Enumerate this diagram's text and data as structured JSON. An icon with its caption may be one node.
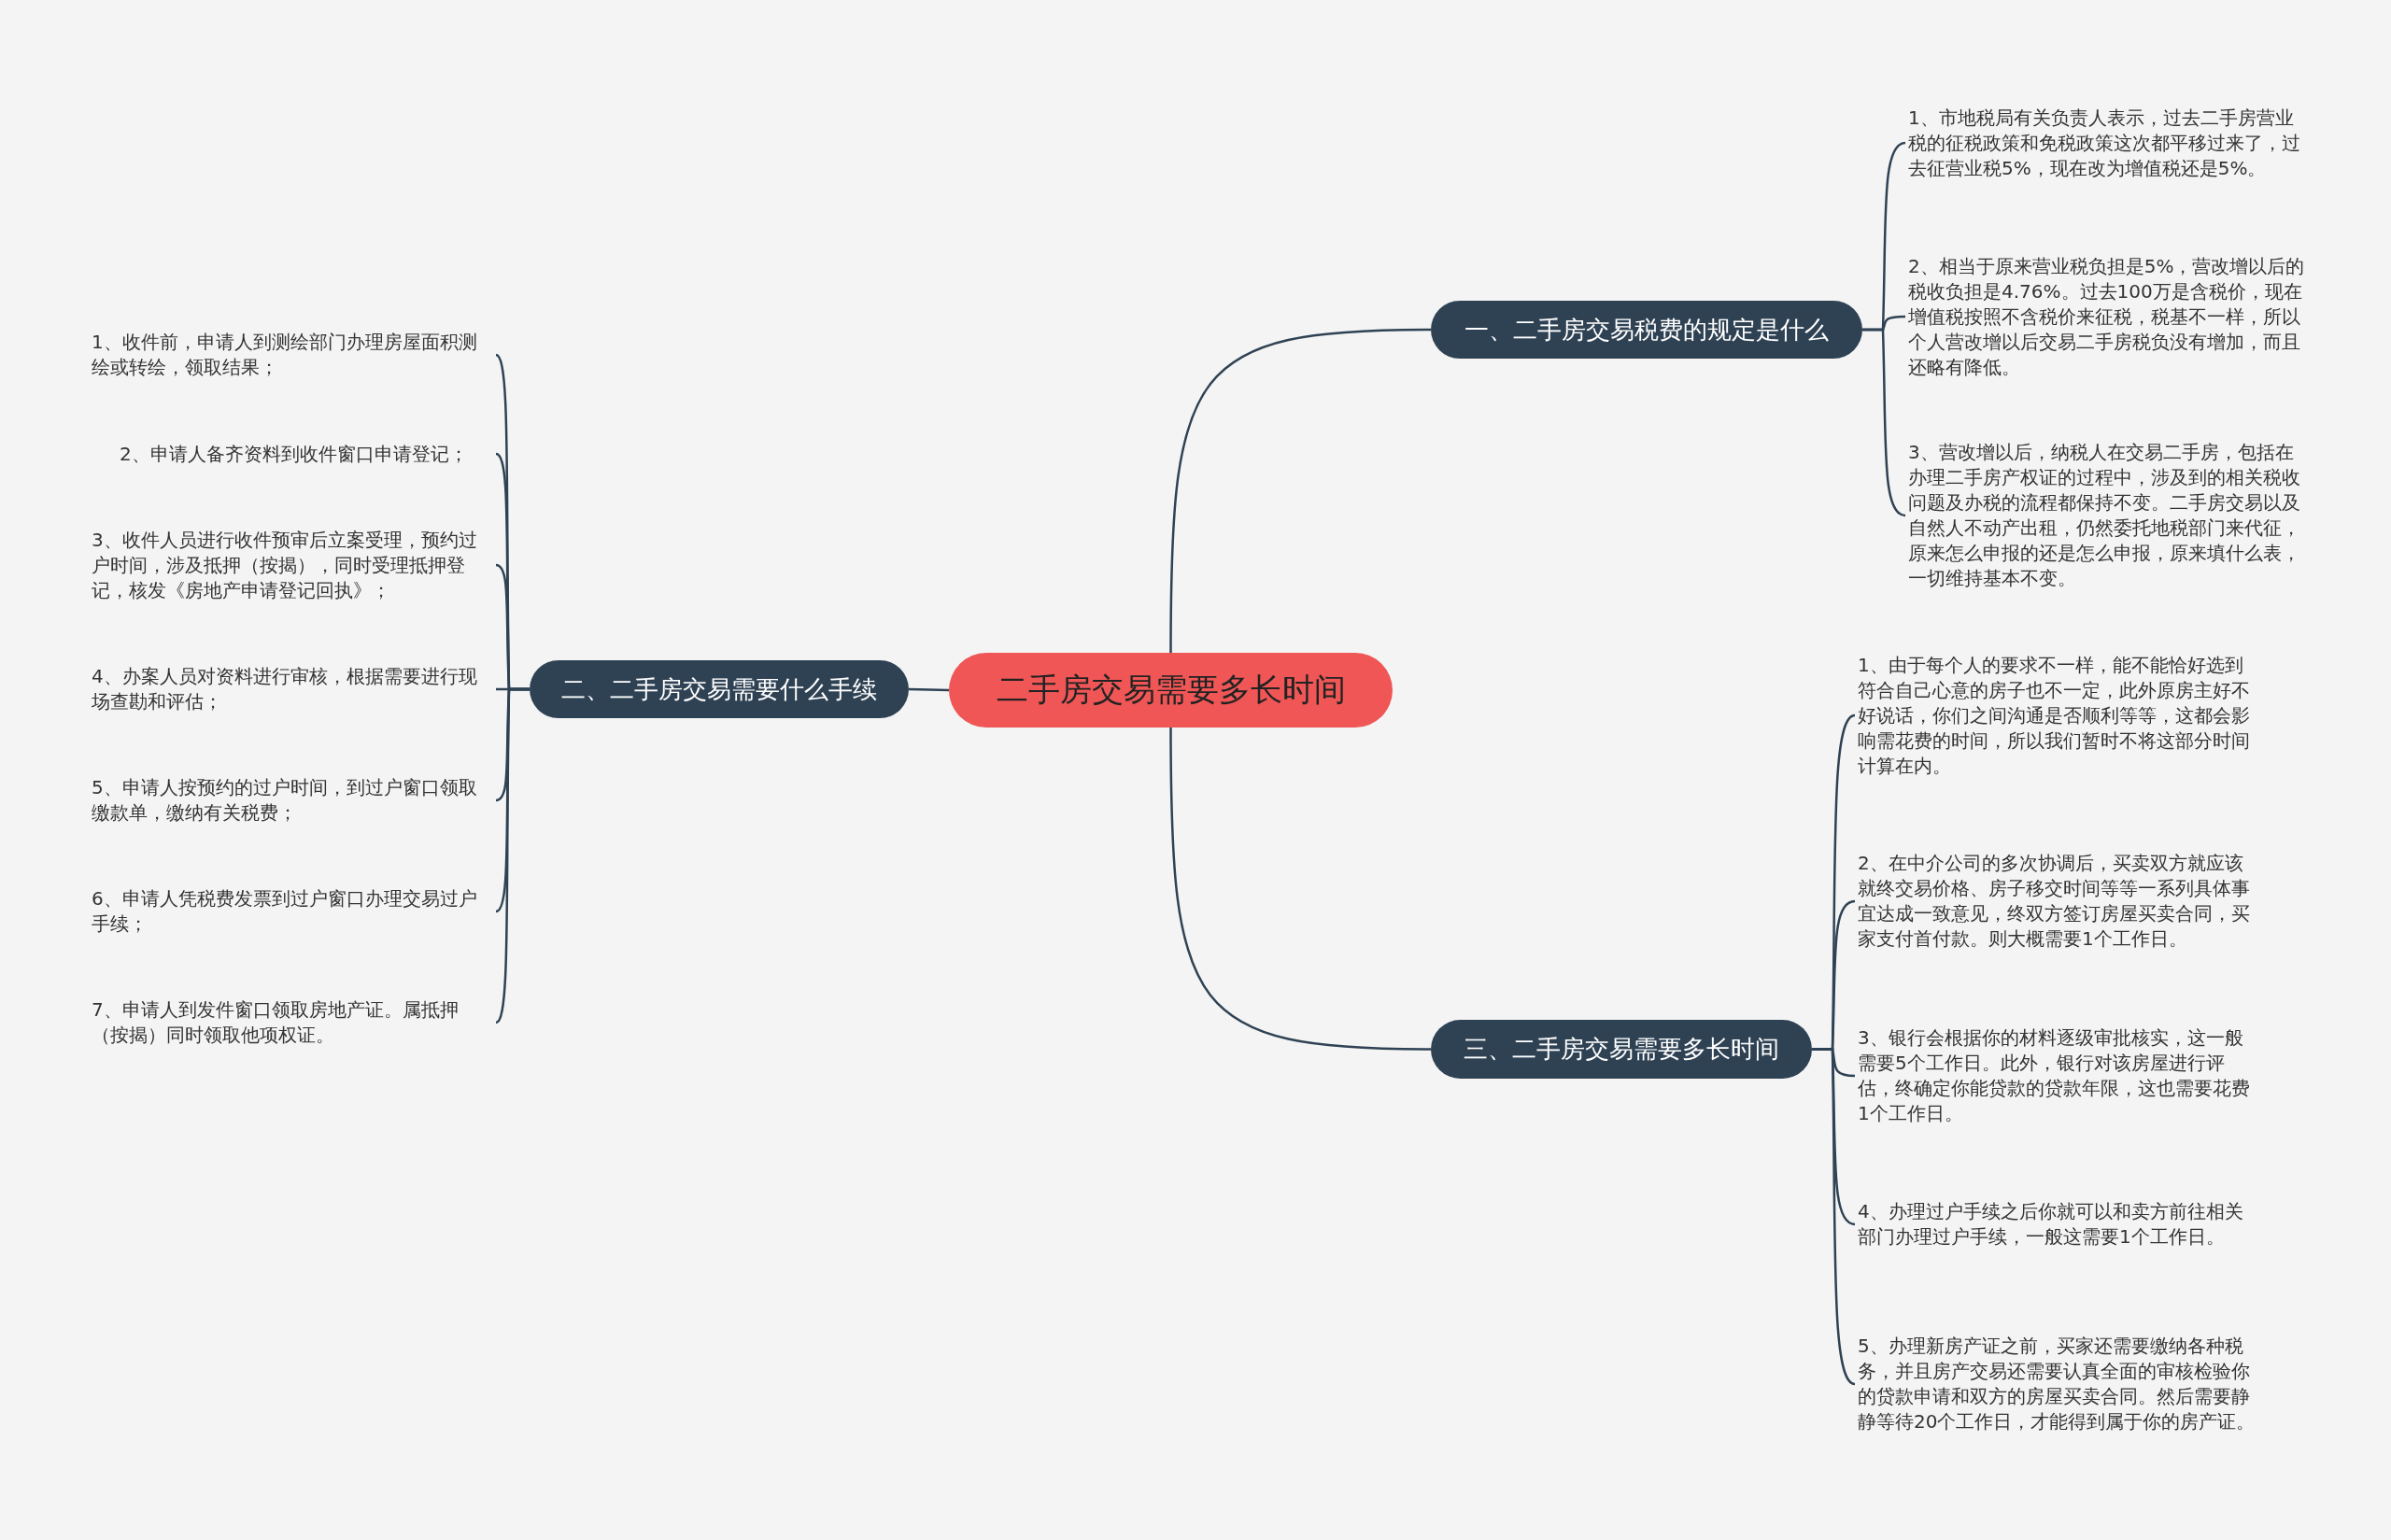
{
  "diagram": {
    "nodes": [
      {
        "text": [
          "二手房交易需要多长时间"
        ]
      },
      {
        "text": [
          "一、二手房交易税费的规定是什么"
        ]
      },
      {
        "text": [
          "1、市地税局有关负责人表示，过去二手房营业税的征税政策和免税政策这次都平移过来了，过去征营业税5%，现在改为增值税还是5%。"
        ]
      },
      {
        "text": [
          "2、相当于原来营业税负担是5%，营改增以后的税收负担是4.76%。过去100万是含税价，现在增值税按照不含税价来征税，税基不一样，所以个人营改增以后交易二手房税负没有增加，而且还略有降低。"
        ]
      },
      {
        "text": [
          "3、营改增以后，纳税人在交易二手房，包括在办理二手房产权证的过程中，涉及到的相关税收问题及办税的流程都保持不变。二手房交易以及自然人不动产出租，仍然委托地税部门来代征，原来怎么申报的还是怎么申报，原来填什么表，一切维持基本不变。"
        ]
      },
      {
        "text": [
          "二、二手房交易需要什么手续"
        ]
      },
      {
        "text": [
          "1、收件前，申请人到测绘部门办理房屋面积测绘或转绘，领取结果；"
        ]
      },
      {
        "text": [
          "2、申请人备齐资料到收件窗口申请登记；"
        ]
      },
      {
        "text": [
          "3、收件人员进行收件预审后立案受理，预约过户时间，涉及抵押（按揭），同时受理抵押登记，核发《房地产申请登记回执》；"
        ]
      },
      {
        "text": [
          "4、办案人员对资料进行审核，根据需要进行现场查勘和评估；"
        ]
      },
      {
        "text": [
          "5、申请人按预约的过户时间，到过户窗口领取缴款单，缴纳有关税费；"
        ]
      },
      {
        "text": [
          "6、申请人凭税费发票到过户窗口办理交易过户手续；"
        ]
      },
      {
        "text": [
          "7、申请人到发件窗口领取房地产证。属抵押（按揭）同时领取他项权证。"
        ]
      },
      {
        "text": [
          "三、二手房交易需要多长时间"
        ]
      },
      {
        "text": [
          "1、由于每个人的要求不一样，能不能恰好选到符合自己心意的房子也不一定，此外原房主好不好说话，你们之间沟通是否顺利等等，这都会影响需花费的时间，所以我们暂时不将这部分时间计算在内。"
        ]
      },
      {
        "text": [
          "2、在中介公司的多次协调后，买卖双方就应该就终交易价格、房子移交时间等等一系列具体事宜达成一致意见，终双方签订房屋买卖合同，买家支付首付款。则大概需要1个工作日。"
        ]
      },
      {
        "text": [
          "3、银行会根据你的材料逐级审批核实，这一般需要5个工作日。此外，银行对该房屋进行评估，终确定你能贷款的贷款年限，这也需要花费1个工作日。"
        ]
      },
      {
        "text": [
          "4、办理过户手续之后你就可以和卖方前往相关部门办理过户手续，一般这需要1个工作日。"
        ]
      },
      {
        "text": [
          "5、办理新房产证之前，买家还需要缴纳各种税务，并且房产交易还需要认真全面的审核检验你的贷款申请和双方的房屋买卖合同。然后需要静静等待20个工作日，才能得到属于你的房产证。"
        ]
      }
    ],
    "edges": [
      {
        "from": 0,
        "to": 1,
        "arrow": "none"
      },
      {
        "from": 1,
        "to": 2,
        "arrow": "none"
      },
      {
        "from": 1,
        "to": 3,
        "arrow": "none"
      },
      {
        "from": 1,
        "to": 4,
        "arrow": "none"
      },
      {
        "from": 0,
        "to": 5,
        "arrow": "none"
      },
      {
        "from": 5,
        "to": 6,
        "arrow": "none"
      },
      {
        "from": 5,
        "to": 7,
        "arrow": "none"
      },
      {
        "from": 5,
        "to": 8,
        "arrow": "none"
      },
      {
        "from": 5,
        "to": 9,
        "arrow": "none"
      },
      {
        "from": 5,
        "to": 10,
        "arrow": "none"
      },
      {
        "from": 5,
        "to": 11,
        "arrow": "none"
      },
      {
        "from": 5,
        "to": 12,
        "arrow": "none"
      },
      {
        "from": 0,
        "to": 13,
        "arrow": "none"
      },
      {
        "from": 13,
        "to": 14,
        "arrow": "none"
      },
      {
        "from": 13,
        "to": 15,
        "arrow": "none"
      },
      {
        "from": 13,
        "to": 16,
        "arrow": "none"
      },
      {
        "from": 13,
        "to": 17,
        "arrow": "none"
      },
      {
        "from": 13,
        "to": 18,
        "arrow": "none"
      }
    ]
  }
}
